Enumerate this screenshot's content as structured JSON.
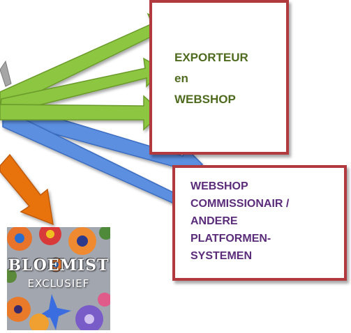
{
  "boxes": {
    "exporteur": {
      "lines": [
        "EXPORTEUR",
        "en",
        "WEBSHOP"
      ]
    },
    "webshop": {
      "lines": [
        "WEBSHOP",
        "COMMISSIONAIR /",
        "ANDERE",
        "PLATFORMEN-",
        "SYSTEMEN"
      ]
    }
  },
  "logo": {
    "brand_text": "BLOEMIST",
    "sub_text": "EXCLUSIEF"
  },
  "colors": {
    "green_arrow": "#8dc63f",
    "blue_arrow": "#5b8fe0",
    "orange_arrow": "#e8730f",
    "box_border": "#b03a3e"
  }
}
